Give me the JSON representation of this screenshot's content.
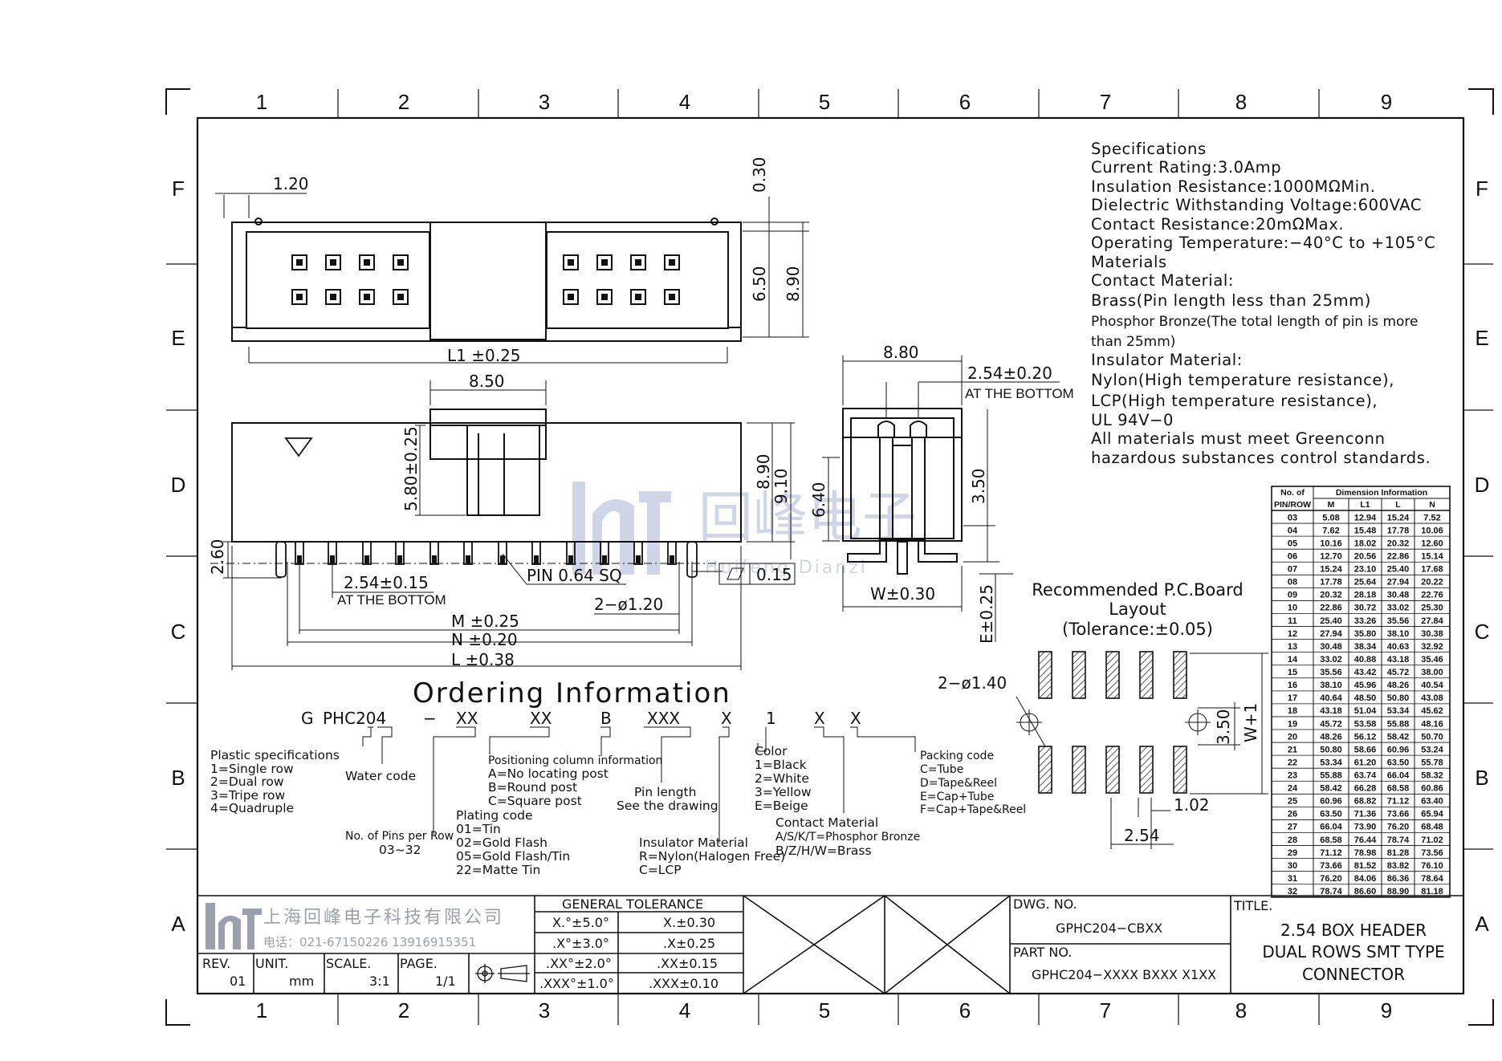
{
  "zones": {
    "cols": [
      "1",
      "2",
      "3",
      "4",
      "5",
      "6",
      "7",
      "8",
      "9"
    ],
    "rows": [
      "F",
      "E",
      "D",
      "C",
      "B",
      "A"
    ]
  },
  "specs": {
    "lines": [
      "Specifications",
      "Current Rating:3.0Amp",
      "Insulation Resistance:1000MΩMin.",
      "Dielectric Withstanding Voltage:600VAC",
      "Contact Resistance:20mΩMax.",
      "Operating Temperature:−40°C to +105°C",
      "Materials",
      "Contact Material:",
      "Brass(Pin length less than 25mm)",
      "Phosphor Bronze(The total length of pin is more",
      "than 25mm)",
      "Insulator Material:",
      "Nylon(High temperature resistance),",
      "LCP(High temperature resistance),",
      "UL 94V−0",
      "All materials must meet Greenconn",
      "hazardous substances control standards."
    ]
  },
  "dims": {
    "top_1_20": "1.20",
    "top_0_30": "0.30",
    "top_6_50": "6.50",
    "top_8_90": "8.90",
    "top_L1": "L1 ±0.25",
    "front_8_50": "8.50",
    "front_5_80": "5.80±0.25",
    "front_8_90": "8.90",
    "front_9_10": "9.10",
    "front_2_60": "2.60",
    "front_pitch": "2.54±0.15",
    "front_at_bottom": "AT THE BOTTOM",
    "front_pin": "PIN 0.64 SQ",
    "front_hole": "2−ø1.20",
    "front_M": "M ±0.25",
    "front_N": "N ±0.20",
    "front_L": "L ±0.38",
    "flatness": "0.15",
    "side_8_80": "8.80",
    "side_pitch": "2.54±0.20",
    "side_at_bottom": "AT THE BOTTOM",
    "side_6_40": "6.40",
    "side_3_50": "3.50",
    "side_W": "W±0.30",
    "side_E": "E±0.25"
  },
  "pcb": {
    "title": "Recommended P.C.Board",
    "title2": "Layout",
    "tolerance": "(Tolerance:±0.05)",
    "hole": "2−ø1.40",
    "dim_3_50": "3.50",
    "dim_W1": "W+1",
    "dim_1_02": "1.02",
    "dim_2_54": "2.54"
  },
  "ordering": {
    "title": "Ordering Information",
    "code": [
      "G",
      "PHC204",
      "−",
      "XX",
      "XX",
      "B",
      "XXX",
      "X",
      "1",
      "X",
      "X"
    ],
    "plastic": [
      "Plastic specifications",
      "1=Single row",
      "2=Dual row",
      "3=Tripe row",
      "4=Quadruple"
    ],
    "water": "Water code",
    "pins": [
      "No. of Pins per Row",
      "03~32"
    ],
    "plating": [
      "Plating code",
      "01=Tin",
      "02=Gold Flash",
      "05=Gold Flash/Tin",
      "22=Matte Tin"
    ],
    "positioning": [
      "Positioning column information",
      "A=No locating post",
      "B=Round post",
      "C=Square post"
    ],
    "pin_length": [
      "Pin length",
      "See the drawing"
    ],
    "insulator": [
      "Insulator Material",
      "R=Nylon(Halogen Free)",
      "C=LCP"
    ],
    "color": [
      "Color",
      "1=Black",
      "2=White",
      "3=Yellow",
      "E=Beige"
    ],
    "contact": [
      "Contact Material",
      "A/S/K/T=Phosphor Bronze",
      "B/Z/H/W=Brass"
    ],
    "packing": [
      "Packing code",
      "C=Tube",
      "D=Tape&Reel",
      "E=Cap+Tube",
      "F=Cap+Tape&Reel"
    ]
  },
  "dim_table": {
    "header1": "No. of",
    "header2": "PIN/ROW",
    "group": "Dimension Information",
    "cols": [
      "M",
      "L1",
      "L",
      "N"
    ],
    "rows": [
      [
        "03",
        "5.08",
        "12.94",
        "15.24",
        "7.52"
      ],
      [
        "04",
        "7.62",
        "15.48",
        "17.78",
        "10.06"
      ],
      [
        "05",
        "10.16",
        "18.02",
        "20.32",
        "12.60"
      ],
      [
        "06",
        "12.70",
        "20.56",
        "22.86",
        "15.14"
      ],
      [
        "07",
        "15.24",
        "23.10",
        "25.40",
        "17.68"
      ],
      [
        "08",
        "17.78",
        "25.64",
        "27.94",
        "20.22"
      ],
      [
        "09",
        "20.32",
        "28.18",
        "30.48",
        "22.76"
      ],
      [
        "10",
        "22.86",
        "30.72",
        "33.02",
        "25.30"
      ],
      [
        "11",
        "25.40",
        "33.26",
        "35.56",
        "27.84"
      ],
      [
        "12",
        "27.94",
        "35.80",
        "38.10",
        "30.38"
      ],
      [
        "13",
        "30.48",
        "38.34",
        "40.63",
        "32.92"
      ],
      [
        "14",
        "33.02",
        "40.88",
        "43.18",
        "35.46"
      ],
      [
        "15",
        "35.56",
        "43.42",
        "45.72",
        "38.00"
      ],
      [
        "16",
        "38.10",
        "45.96",
        "48.26",
        "40.54"
      ],
      [
        "17",
        "40.64",
        "48.50",
        "50.80",
        "43.08"
      ],
      [
        "18",
        "43.18",
        "51.04",
        "53.34",
        "45.62"
      ],
      [
        "19",
        "45.72",
        "53.58",
        "55.88",
        "48.16"
      ],
      [
        "20",
        "48.26",
        "56.12",
        "58.42",
        "50.70"
      ],
      [
        "21",
        "50.80",
        "58.66",
        "60.96",
        "53.24"
      ],
      [
        "22",
        "53.34",
        "61.20",
        "63.50",
        "55.78"
      ],
      [
        "23",
        "55.88",
        "63.74",
        "66.04",
        "58.32"
      ],
      [
        "24",
        "58.42",
        "66.28",
        "68.58",
        "60.86"
      ],
      [
        "25",
        "60.96",
        "68.82",
        "71.12",
        "63.40"
      ],
      [
        "26",
        "63.50",
        "71.36",
        "73.66",
        "65.94"
      ],
      [
        "27",
        "66.04",
        "73.90",
        "76.20",
        "68.48"
      ],
      [
        "28",
        "68.58",
        "76.44",
        "78.74",
        "71.02"
      ],
      [
        "29",
        "71.12",
        "78.98",
        "81.28",
        "73.56"
      ],
      [
        "30",
        "73.66",
        "81.52",
        "83.82",
        "76.10"
      ],
      [
        "31",
        "76.20",
        "84.06",
        "86.36",
        "78.64"
      ],
      [
        "32",
        "78.74",
        "86.60",
        "88.90",
        "81.18"
      ]
    ]
  },
  "title_block": {
    "company": "上海回峰电子科技有限公司",
    "phone": "电话：021-67150226 13916915351",
    "watermark_cn": "回峰电子",
    "watermark_en": "Huifeng Dianzi",
    "rev_label": "REV.",
    "rev": "01",
    "unit_label": "UNIT.",
    "unit": "mm",
    "scale_label": "SCALE.",
    "scale": "3:1",
    "page_label": "PAGE.",
    "page": "1/1",
    "tol_title": "GENERAL TOLERANCE",
    "tol_rows": [
      [
        "X.°±5.0°",
        "X.±0.30"
      ],
      [
        ".X°±3.0°",
        ".X±0.25"
      ],
      [
        ".XX°±2.0°",
        ".XX±0.15"
      ],
      [
        ".XXX°±1.0°",
        ".XXX±0.10"
      ]
    ],
    "dwg_label": "DWG. NO.",
    "dwg": "GPHC204−CBXX",
    "part_label": "PART NO.",
    "part": "GPHC204−XXXX BXXX X1XX",
    "title_label": "TITLE.",
    "title_lines": [
      "2.54 BOX HEADER",
      "DUAL ROWS SMT TYPE",
      "CONNECTOR"
    ]
  }
}
